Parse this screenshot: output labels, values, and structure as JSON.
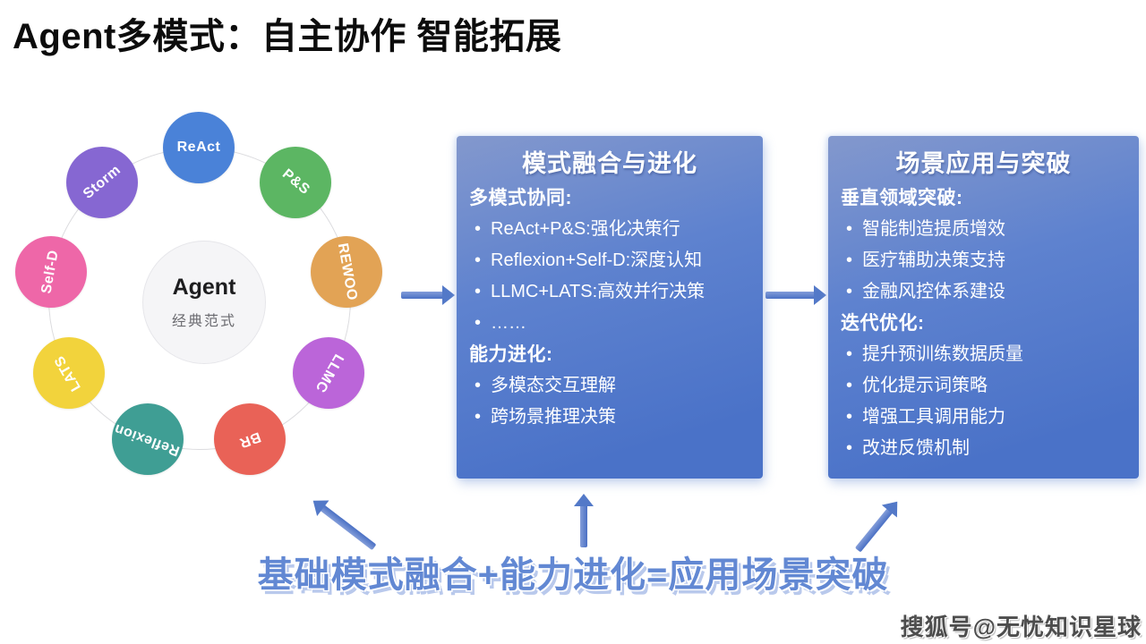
{
  "title": "Agent多模式：自主协作 智能拓展",
  "diagram": {
    "center": {
      "title": "Agent",
      "subtitle": "经典范式"
    },
    "orbit": [
      {
        "label": "ReAct",
        "color": "#4a82d8",
        "angle": 0
      },
      {
        "label": "P&S",
        "color": "#5cb663",
        "angle": 40
      },
      {
        "label": "REWOO",
        "color": "#e2a355",
        "angle": 80
      },
      {
        "label": "LLMC",
        "color": "#bb65d9",
        "angle": 120
      },
      {
        "label": "BR",
        "color": "#e96257",
        "angle": 160
      },
      {
        "label": "Reflexion",
        "color": "#3f9e94",
        "angle": 200
      },
      {
        "label": "LATS",
        "color": "#f2d33c",
        "angle": 240
      },
      {
        "label": "Self-D",
        "color": "#ee67a8",
        "angle": 280
      },
      {
        "label": "Storm",
        "color": "#8667d2",
        "angle": 320
      }
    ]
  },
  "boxes": [
    {
      "title": "模式融合与进化",
      "sections": [
        {
          "heading": "多模式协同:",
          "bullets": [
            "ReAct+P&S:强化决策行",
            "Reflexion+Self-D:深度认知",
            "LLMC+LATS:高效并行决策",
            "……"
          ]
        },
        {
          "heading": "能力进化:",
          "bullets": [
            "多模态交互理解",
            "跨场景推理决策"
          ]
        }
      ]
    },
    {
      "title": "场景应用与突破",
      "sections": [
        {
          "heading": "垂直领域突破:",
          "bullets": [
            "智能制造提质增效",
            "医疗辅助决策支持",
            "金融风控体系建设"
          ]
        },
        {
          "heading": "迭代优化:",
          "bullets": [
            "提升预训练数据质量",
            "优化提示词策略",
            "增强工具调用能力",
            "改进反馈机制"
          ]
        }
      ]
    }
  ],
  "formula": "基础模式融合+能力进化=应用场景突破",
  "watermark": "搜狐号@无忧知识星球",
  "colors": {
    "box_gradient_start": "#8398cd",
    "box_gradient_end": "#4a72c8",
    "arrow": "#5379c8",
    "formula_text": "#6288d3"
  }
}
